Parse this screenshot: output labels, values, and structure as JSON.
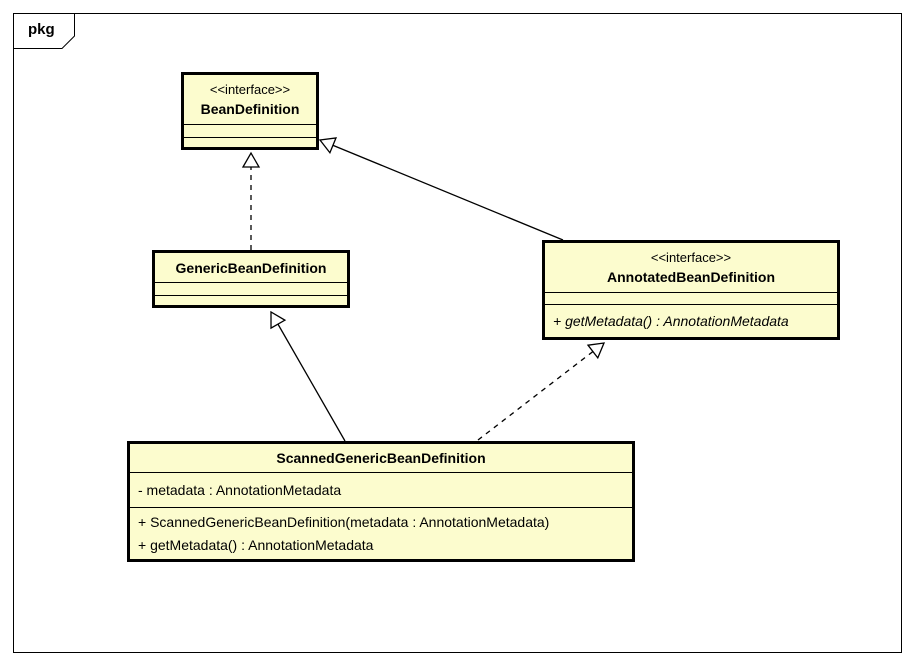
{
  "diagram": {
    "package_label": "pkg",
    "colors": {
      "box_fill": "#FCFCCE",
      "box_border": "#000000",
      "line_color": "#000000",
      "background": "#FFFFFF"
    },
    "classes": [
      {
        "name": "BeanDefinition",
        "stereotype": "<<interface>>",
        "attributes": [],
        "operations": []
      },
      {
        "name": "GenericBeanDefinition",
        "stereotype": "",
        "attributes": [],
        "operations": []
      },
      {
        "name": "AnnotatedBeanDefinition",
        "stereotype": "<<interface>>",
        "attributes": [],
        "operations": [
          "+ getMetadata() : AnnotationMetadata"
        ]
      },
      {
        "name": "ScannedGenericBeanDefinition",
        "stereotype": "",
        "attributes": [
          "- metadata : AnnotationMetadata"
        ],
        "operations": [
          "+ ScannedGenericBeanDefinition(metadata : AnnotationMetadata)",
          "+ getMetadata() : AnnotationMetadata"
        ]
      }
    ],
    "relationships": [
      {
        "from": "GenericBeanDefinition",
        "to": "BeanDefinition",
        "type": "realization",
        "line": "dashed",
        "arrowhead": "hollow-triangle"
      },
      {
        "from": "AnnotatedBeanDefinition",
        "to": "BeanDefinition",
        "type": "generalization",
        "line": "solid",
        "arrowhead": "hollow-triangle"
      },
      {
        "from": "ScannedGenericBeanDefinition",
        "to": "GenericBeanDefinition",
        "type": "generalization",
        "line": "solid",
        "arrowhead": "hollow-triangle"
      },
      {
        "from": "ScannedGenericBeanDefinition",
        "to": "AnnotatedBeanDefinition",
        "type": "realization",
        "line": "dashed",
        "arrowhead": "hollow-triangle"
      }
    ]
  }
}
